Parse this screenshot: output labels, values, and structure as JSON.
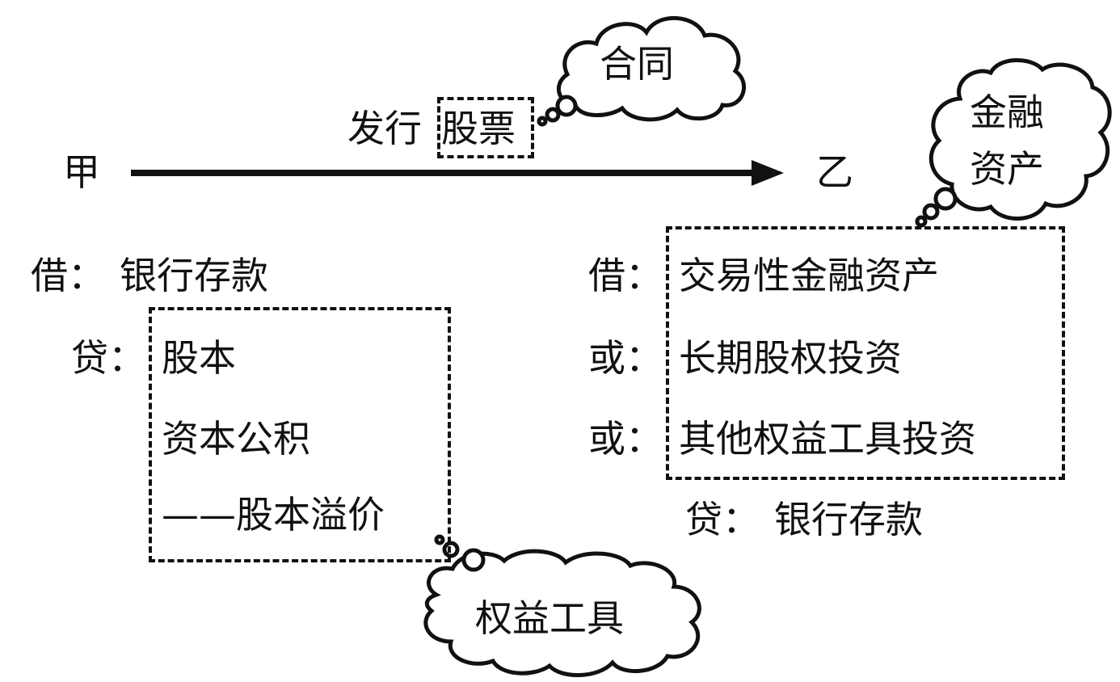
{
  "party_a": "甲",
  "party_b": "乙",
  "arrow_label": {
    "prefix": "发行",
    "boxed": "股票"
  },
  "clouds": {
    "contract": "合同",
    "financial_asset_line1": "金融",
    "financial_asset_line2": "资产",
    "equity_instrument": "权益工具"
  },
  "issuer_entry": {
    "debit_label": "借：",
    "debit_account": "银行存款",
    "credit_label": "贷：",
    "credit_items": [
      "股本",
      "资本公积",
      "——股本溢价"
    ]
  },
  "investor_entry": {
    "labels": [
      "借：",
      "或：",
      "或："
    ],
    "debit_items": [
      "交易性金融资产",
      "长期股权投资",
      "其他权益工具投资"
    ],
    "credit_label": "贷：",
    "credit_account": "银行存款"
  },
  "colors": {
    "ink": "#111111",
    "background": "#ffffff"
  }
}
